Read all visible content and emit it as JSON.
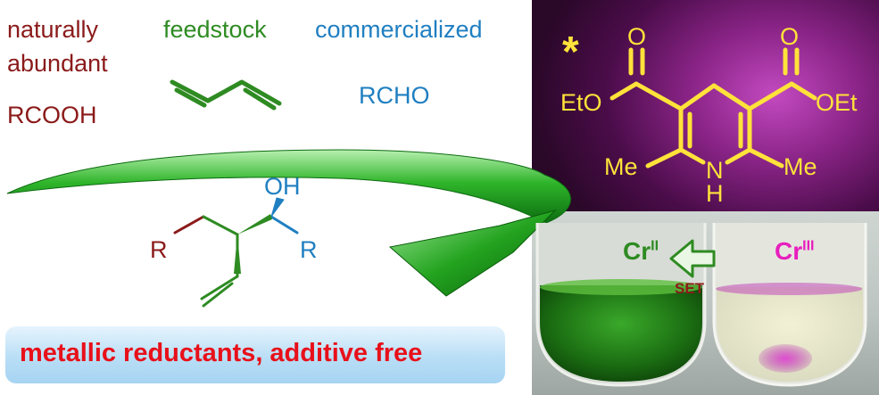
{
  "sources": {
    "acid": {
      "line1": "naturally",
      "line2": "abundant",
      "formula": "RCOOH",
      "color": "#8b1a1a"
    },
    "diene": {
      "label": "feedstock",
      "color": "#2e8b22"
    },
    "aldehyde": {
      "label": "commercialized",
      "formula": "RCHO",
      "color": "#1f7fc1"
    }
  },
  "product": {
    "oh": "OH",
    "r_left": "R",
    "r_right": "R"
  },
  "reductant": {
    "star": "*",
    "eto": "EtO",
    "oet": "OEt",
    "o_left": "O",
    "o_right": "O",
    "me_left": "Me",
    "me_right": "Me",
    "n": "N",
    "h": "H"
  },
  "photo": {
    "cr_ii": "Cr",
    "cr_ii_sup": "II",
    "cr_iii": "Cr",
    "cr_iii_sup": "III",
    "set": "SET",
    "cr_ii_color": "#2e8b22",
    "cr_iii_color": "#e81ebe"
  },
  "banner": {
    "text": "metallic reductants, additive free"
  }
}
